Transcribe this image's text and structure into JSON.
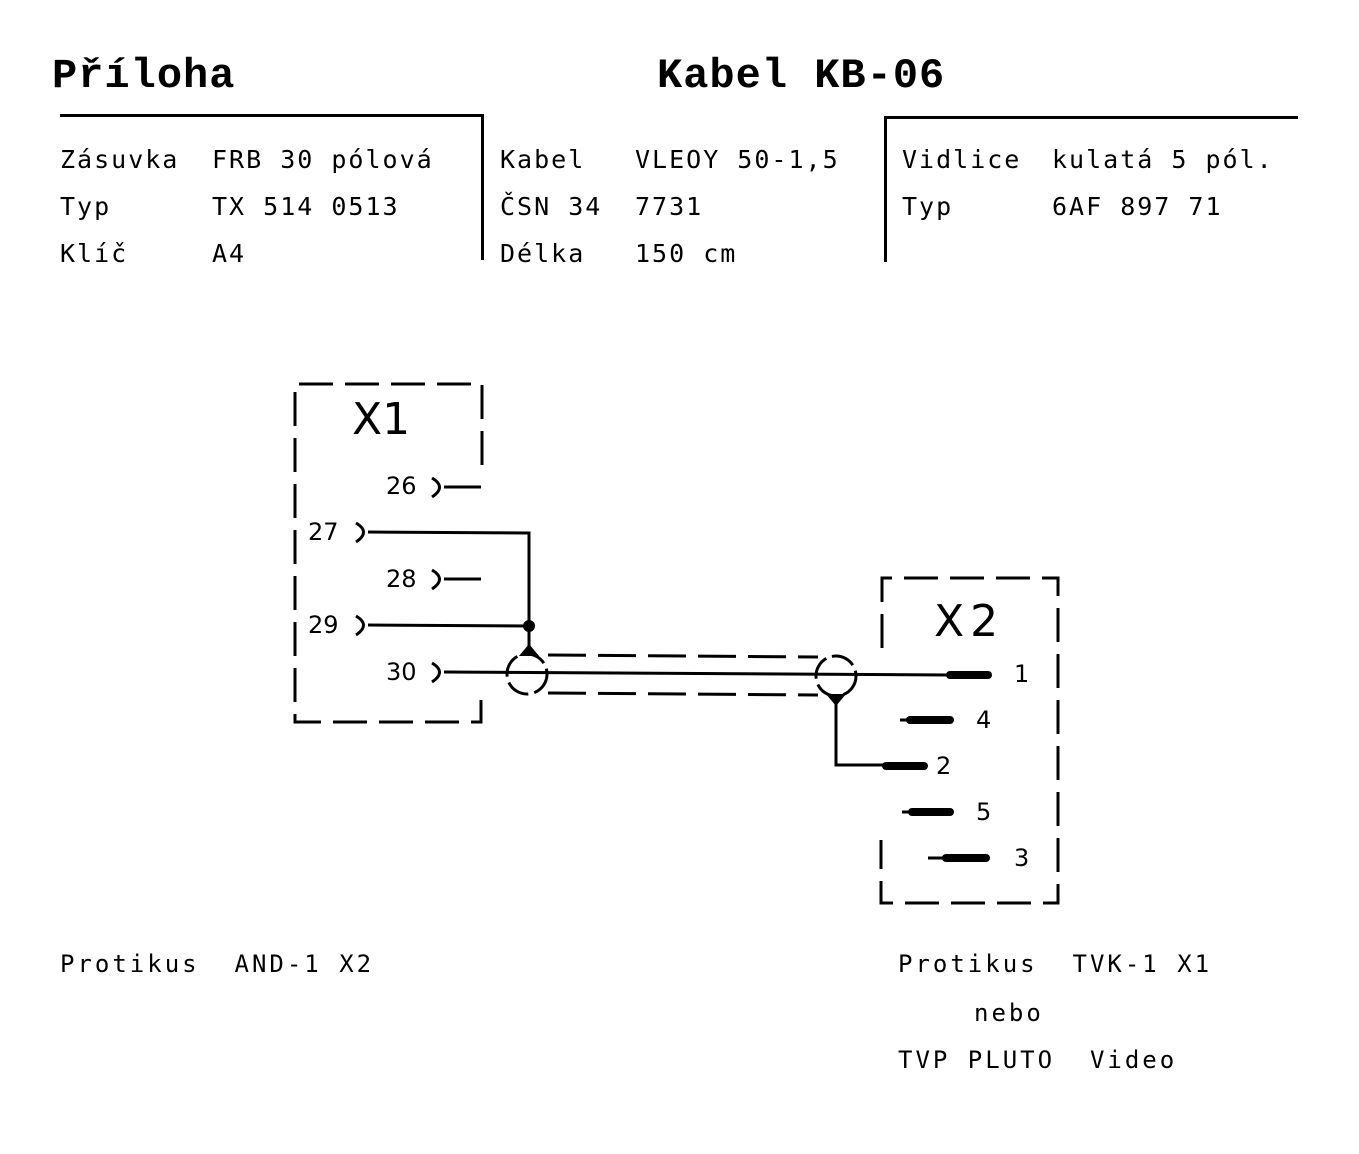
{
  "header": {
    "left_title": "Příloha",
    "right_title": "Kabel KB-06"
  },
  "spec": {
    "socket": [
      {
        "key": "Zásuvka",
        "value": "FRB 30 pólová"
      },
      {
        "key": "Typ",
        "value": "TX 514 0513"
      },
      {
        "key": "Klíč",
        "value": "A4"
      }
    ],
    "cable": [
      {
        "key": "Kabel",
        "value": "VLEOY 50-1,5"
      },
      {
        "key": "ČSN 34",
        "value": "7731"
      },
      {
        "key": "Délka",
        "value": "150 cm"
      }
    ],
    "plug": [
      {
        "key": "Vidlice",
        "value": "kulatá 5 pól."
      },
      {
        "key": "Typ",
        "value": "6AF 897 71"
      }
    ]
  },
  "diagram": {
    "x1": {
      "label": "X1",
      "pins": [
        {
          "number": "26",
          "connected": false
        },
        {
          "number": "27",
          "connected": true
        },
        {
          "number": "28",
          "connected": false
        },
        {
          "number": "29",
          "connected": true
        },
        {
          "number": "30",
          "connected": true
        }
      ]
    },
    "x2": {
      "label": "X2",
      "pins": [
        {
          "number": "1",
          "connected": true
        },
        {
          "number": "4",
          "connected": false
        },
        {
          "number": "2",
          "connected": true
        },
        {
          "number": "5",
          "connected": false
        },
        {
          "number": "3",
          "connected": false
        }
      ]
    },
    "connections": [
      {
        "from": "X1:30",
        "to": "X2:1",
        "role": "core"
      },
      {
        "from": "X1:27+29",
        "to": "X2:2",
        "role": "shield"
      }
    ]
  },
  "notes": {
    "left": "Protikus  AND-1 X2",
    "right_line1": "Protikus  TVK-1 X1",
    "right_line2": "nebo",
    "right_line3": "TVP PLUTO  Video"
  }
}
